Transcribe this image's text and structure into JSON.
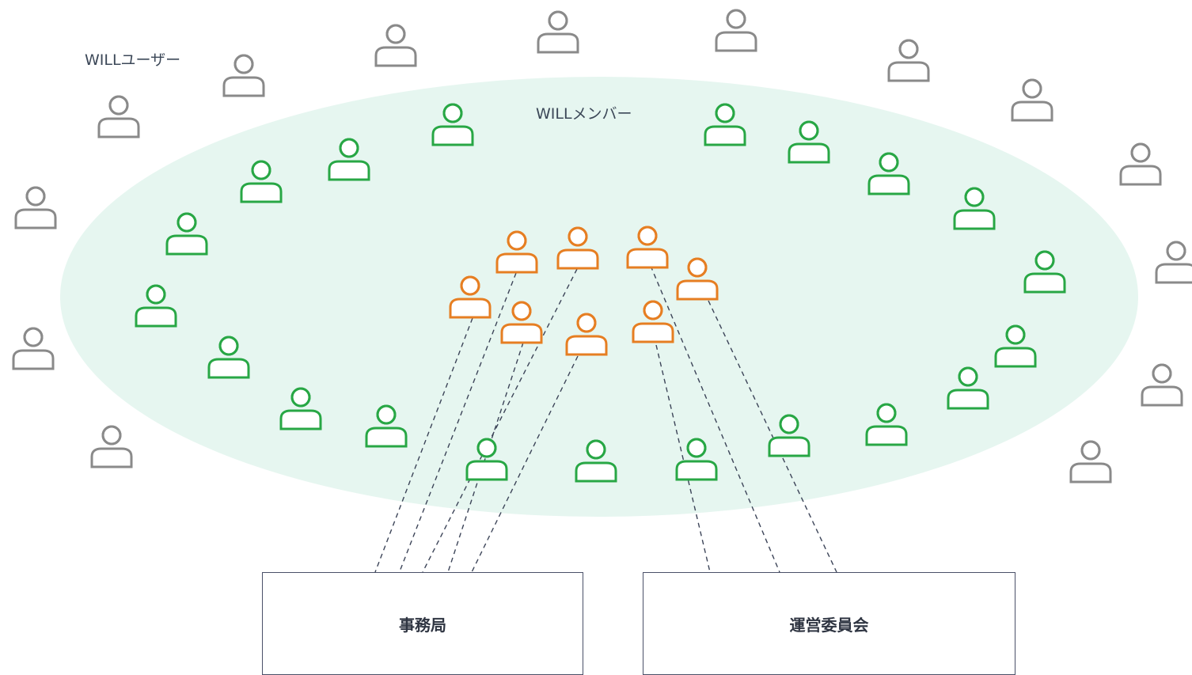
{
  "labels": {
    "users": "WILLユーザー",
    "members": "WILLメンバー"
  },
  "boxes": {
    "secretariat": "事務局",
    "committee": "運営委員会"
  },
  "colors": {
    "user": "#8a8a8a",
    "member": "#28a745",
    "core": "#e67e22",
    "member_area": "#e6f6f0",
    "box_border": "#4a5068",
    "connector": "#3c4458"
  },
  "icons": {
    "person": "person-icon"
  }
}
